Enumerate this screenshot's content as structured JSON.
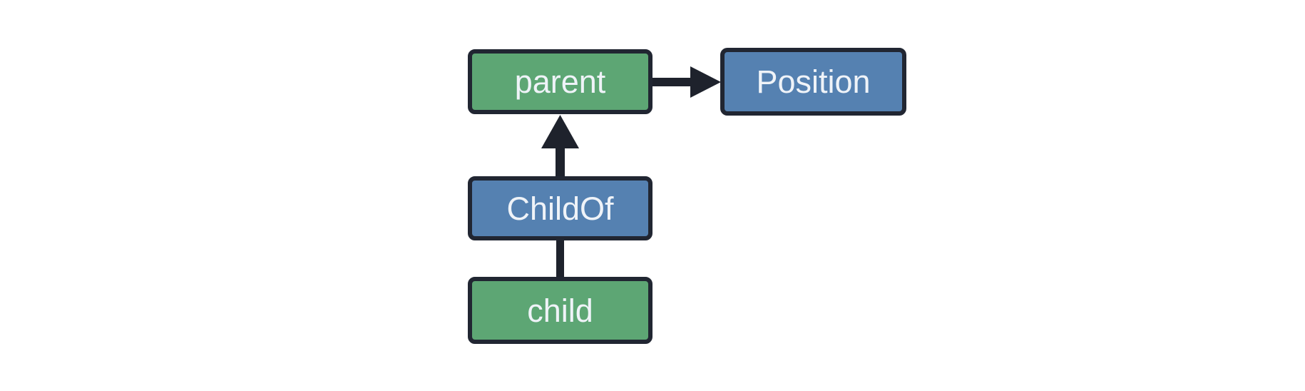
{
  "diagram": {
    "colors": {
      "background": "#ffffff",
      "entity_fill": "#5da674",
      "component_fill": "#5581b1",
      "border": "#212632",
      "arrow": "#1e222c",
      "text": "#eff3f8"
    },
    "nodes": [
      {
        "id": "parent",
        "label": "parent",
        "kind": "entity"
      },
      {
        "id": "Position",
        "label": "Position",
        "kind": "component"
      },
      {
        "id": "ChildOf",
        "label": "ChildOf",
        "kind": "component"
      },
      {
        "id": "child",
        "label": "child",
        "kind": "entity"
      }
    ],
    "edges": [
      {
        "from": "parent",
        "to": "Position",
        "style": "arrow",
        "direction": "right"
      },
      {
        "from": "ChildOf",
        "to": "parent",
        "style": "arrow",
        "direction": "up"
      },
      {
        "from": "child",
        "to": "ChildOf",
        "style": "line",
        "direction": "up"
      }
    ]
  }
}
